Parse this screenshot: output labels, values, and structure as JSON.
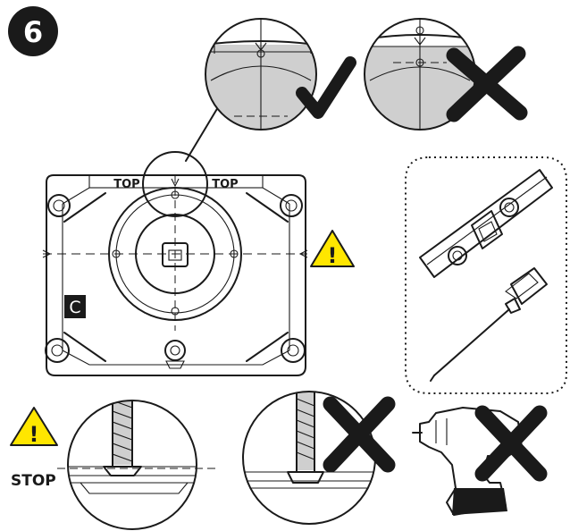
{
  "step": {
    "number": "6"
  },
  "device": {
    "top_label_left": "TOP",
    "top_label_right": "TOP",
    "mark_letter": "C"
  },
  "warning_symbol": "!",
  "stop_label": "STOP",
  "colors": {
    "ink": "#1a1a1a",
    "warning_yellow": "#ffe600",
    "gray_fill": "#cfcfcf"
  },
  "icons": [
    "check-icon",
    "cross-icon",
    "warning-icon",
    "spirit-level-icon",
    "screwdriver-icon",
    "drill-icon"
  ]
}
